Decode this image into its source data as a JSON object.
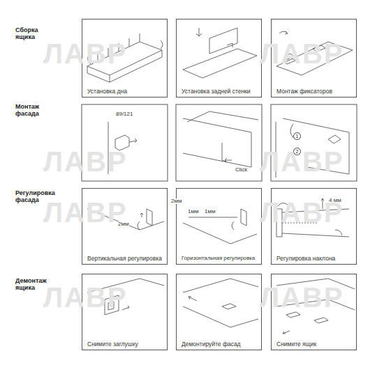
{
  "diagram": {
    "nodes": [
      {
        "text": [
          "Установка дна"
        ]
      },
      {
        "text": [
          "Установка задней стенки"
        ]
      },
      {
        "text": [
          "Монтаж фиксаторов"
        ]
      },
      {
        "text": [
          "Вертикальная регулировка"
        ]
      },
      {
        "text": [
          "Горизонтальная регулировка"
        ]
      },
      {
        "text": [
          "Регулировка наклона"
        ]
      },
      {
        "text": [
          "Снимите заглушку"
        ]
      },
      {
        "text": [
          "Демонтируйте фасад"
        ]
      },
      {
        "text": [
          "Снимите ящик"
        ]
      }
    ],
    "labels": [
      "Сборка ящика",
      "Монтаж фасада",
      "Регулировка фасада",
      "Демонтаж ящика",
      "89/121",
      "Click",
      "1",
      "2",
      "2мм",
      "2мм",
      "1мм",
      "1мм",
      "4 мм",
      "ЛАВР",
      "ЛАВР",
      "ЛАВР",
      "ЛАВР",
      "ЛАВР",
      "ЛАВР",
      "ЛАВР",
      "ЛАВР"
    ]
  }
}
